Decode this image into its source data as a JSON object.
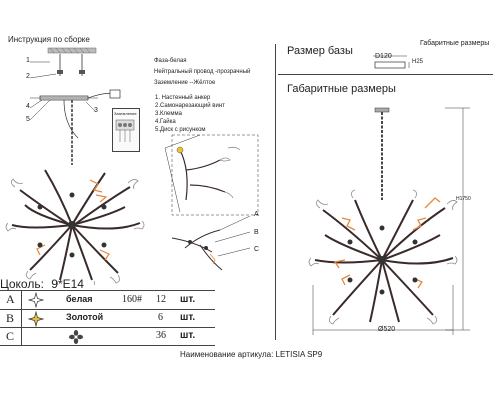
{
  "left": {
    "title": "Инструкция по сборке",
    "callouts": [
      "1",
      "2",
      "3",
      "4",
      "5"
    ],
    "wire_legend": [
      "Фаза-белая",
      "Нейтральный провод -прозрачный",
      "Заземление --Жёлтое"
    ],
    "parts": [
      "1. Настенный анкер",
      "2.Самонарезающий винт",
      "3.Клемма",
      "4.Гайка",
      "5.Диск с рисунком"
    ],
    "grounding_label": "Заземление",
    "detail_labels": [
      "A",
      "B",
      "C"
    ]
  },
  "right": {
    "base_size_label": "Размер базы",
    "overall_size_label": "Габаритные размеры",
    "base_diameter": "D120",
    "base_height": "H25",
    "overall_heading": "Габаритные размеры",
    "height_dim": "H1750",
    "diameter_dim": "Ø520"
  },
  "table": {
    "socket_label": "Цоколь:",
    "socket_value": "9*E14",
    "rows": [
      {
        "letter": "A",
        "color": "белая",
        "size": "160#",
        "count": "12",
        "unit": "шт."
      },
      {
        "letter": "B",
        "color": "Золотой",
        "size": "",
        "count": "6",
        "unit": "шт."
      },
      {
        "letter": "C",
        "color": "",
        "size": "",
        "count": "36",
        "unit": "шт."
      }
    ]
  },
  "footer": {
    "article_name": "Наименование артикула: LETISIA SP9"
  },
  "colors": {
    "line": "#333333",
    "accent": "#e8873a",
    "leaf": "#8f8f8f"
  }
}
